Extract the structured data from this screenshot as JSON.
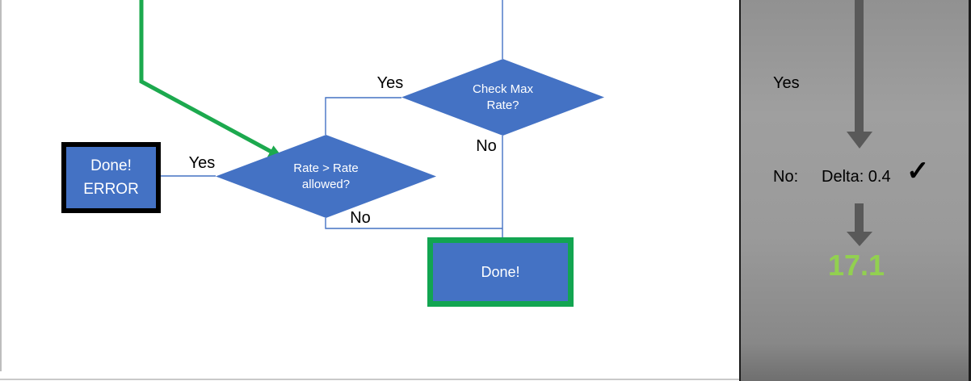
{
  "colors": {
    "shape_fill_blue": "#4472C4",
    "connector_blue": "#4472C4",
    "green_connector": "#1CA94E",
    "done_border_green": "#12A551",
    "error_border_black": "#000000",
    "panel_gray": "#9A9A9A",
    "panel_arrow_gray": "#595959",
    "result_green": "#92D050"
  },
  "flowchart": {
    "done_error": {
      "line1": "Done!",
      "line2": "ERROR"
    },
    "rate_allowed": {
      "line1": "Rate > Rate",
      "line2": "allowed?"
    },
    "check_max": {
      "line1": "Check Max",
      "line2": "Rate?"
    },
    "done": {
      "label": "Done!"
    },
    "labels": {
      "yes_rate_allowed": "Yes",
      "yes_check_max": "Yes",
      "no_rate_allowed": "No",
      "no_check_max": "No"
    }
  },
  "side_panel": {
    "yes": "Yes",
    "no": "No:",
    "delta": "Delta: 0.4",
    "checkmark": "✓",
    "result": "17.1"
  }
}
